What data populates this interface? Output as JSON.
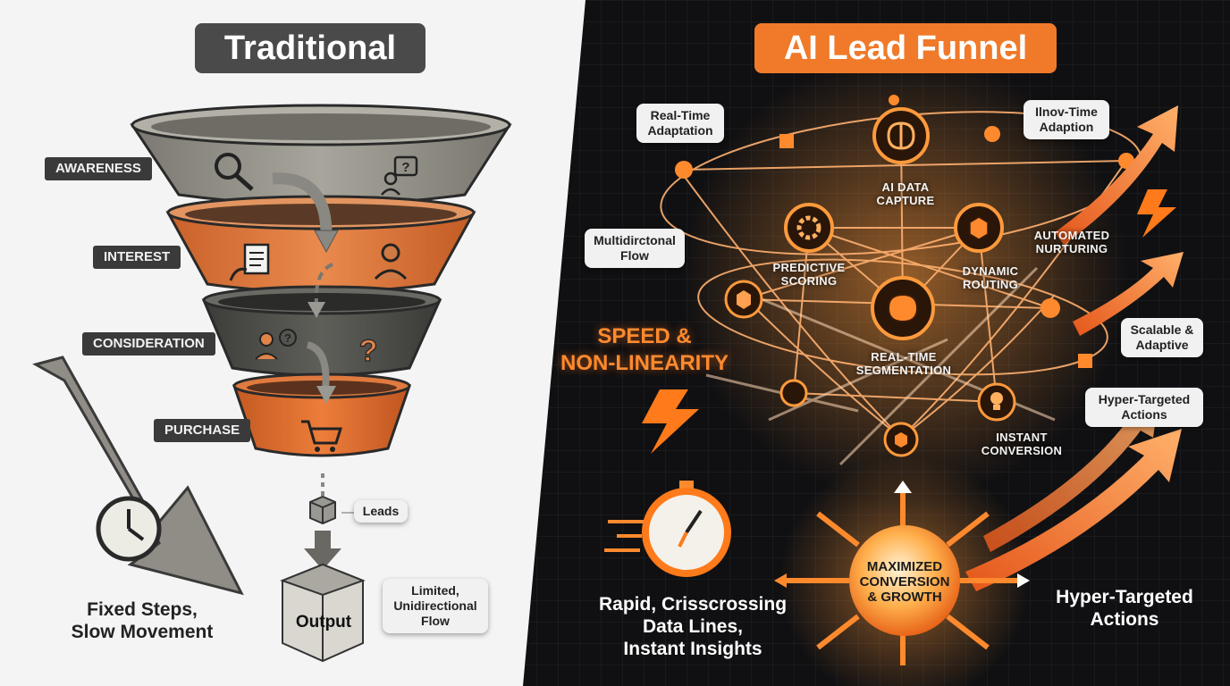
{
  "traditional": {
    "title": "Traditional",
    "stages": [
      {
        "label": "AWARENESS"
      },
      {
        "label": "INTEREST"
      },
      {
        "label": "CONSIDERATION"
      },
      {
        "label": "PURCHASE"
      }
    ],
    "leads_label": "Leads",
    "output_label": "Output",
    "limited_flow": "Limited,\nUnidirectional\nFlow",
    "caption": "Fixed Steps,\nSlow Movement"
  },
  "ai_funnel": {
    "title": "AI Lead Funnel",
    "bubbles": {
      "real_time_adaptation": "Real-Time\nAdaptation",
      "inov_time_adaption": "Ilnov-Time\nAdaption",
      "multidirectional_flow": "Multidirctonal\nFlow",
      "scalable_adaptive": "Scalable &\nAdaptive",
      "hyper_targeted_bubble": "Hyper-Targeted\nActions"
    },
    "nodes": {
      "ai_data_capture": "AI DATA\nCAPTURE",
      "predictive_scoring": "PREDICTIVE\nSCORING",
      "automated_nurturing": "AUTOMATED\nNURTURING",
      "dynamic_routing": "DYNAMIC\nROUTING",
      "real_time_segmentation": "REAL-TIME\nSEGMENTATION",
      "instant_conversion": "INSTANT\nCONVERSION"
    },
    "speed_label": "SPEED &\nNON-LINEARITY",
    "orb_label": "MAXIMIZED\nCONVERSION\n& GROWTH",
    "caption_left": "Rapid, Crisscrossing\nData Lines,\nInstant Insights",
    "caption_right": "Hyper-Targeted\nActions"
  },
  "colors": {
    "accent_orange": "#f07a2a",
    "title_dark_bg": "#4a4a4a",
    "funnel_gray": "#8f8d85",
    "funnel_dark": "#4d4d49",
    "panel_light": "#f4f4f4",
    "panel_dark": "#101012"
  },
  "icons": [
    "magnifier-icon",
    "person-question-icon",
    "document-hand-icon",
    "person-badge-icon",
    "cart-icon",
    "box-icon",
    "clock-icon",
    "brain-icon",
    "gear-icon",
    "cube-icon",
    "lightbulb-icon",
    "stopwatch-icon",
    "lightning-icon"
  ]
}
